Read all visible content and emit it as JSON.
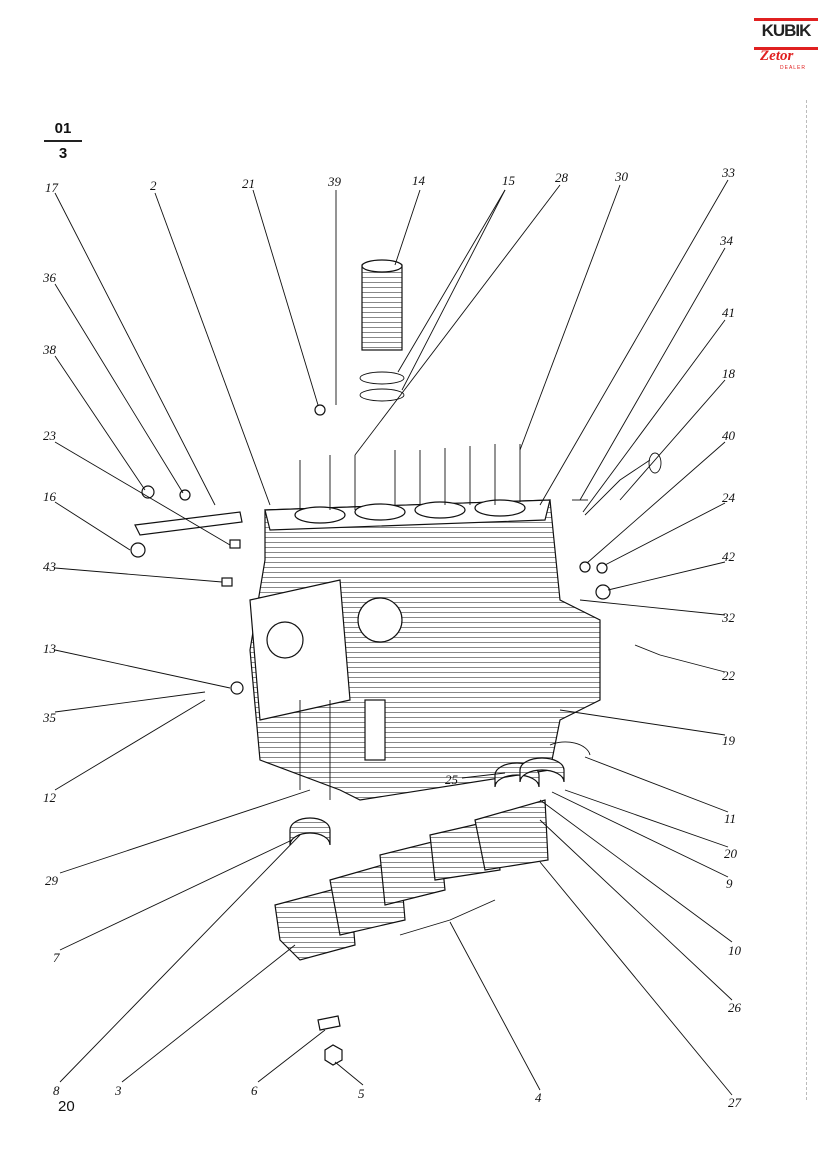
{
  "logo": {
    "brand": "KUBIK",
    "sub": "Zetor",
    "tag": "DEALER"
  },
  "section": {
    "group": "01",
    "figure": "3"
  },
  "page_number": "20",
  "callouts": [
    "17",
    "2",
    "21",
    "39",
    "14",
    "15",
    "28",
    "30",
    "33",
    "34",
    "41",
    "18",
    "40",
    "24",
    "42",
    "32",
    "22",
    "19",
    "11",
    "20",
    "9",
    "10",
    "26",
    "27",
    "4",
    "5",
    "6",
    "3",
    "8",
    "7",
    "29",
    "12",
    "35",
    "13",
    "43",
    "16",
    "23",
    "38",
    "36",
    "25"
  ]
}
